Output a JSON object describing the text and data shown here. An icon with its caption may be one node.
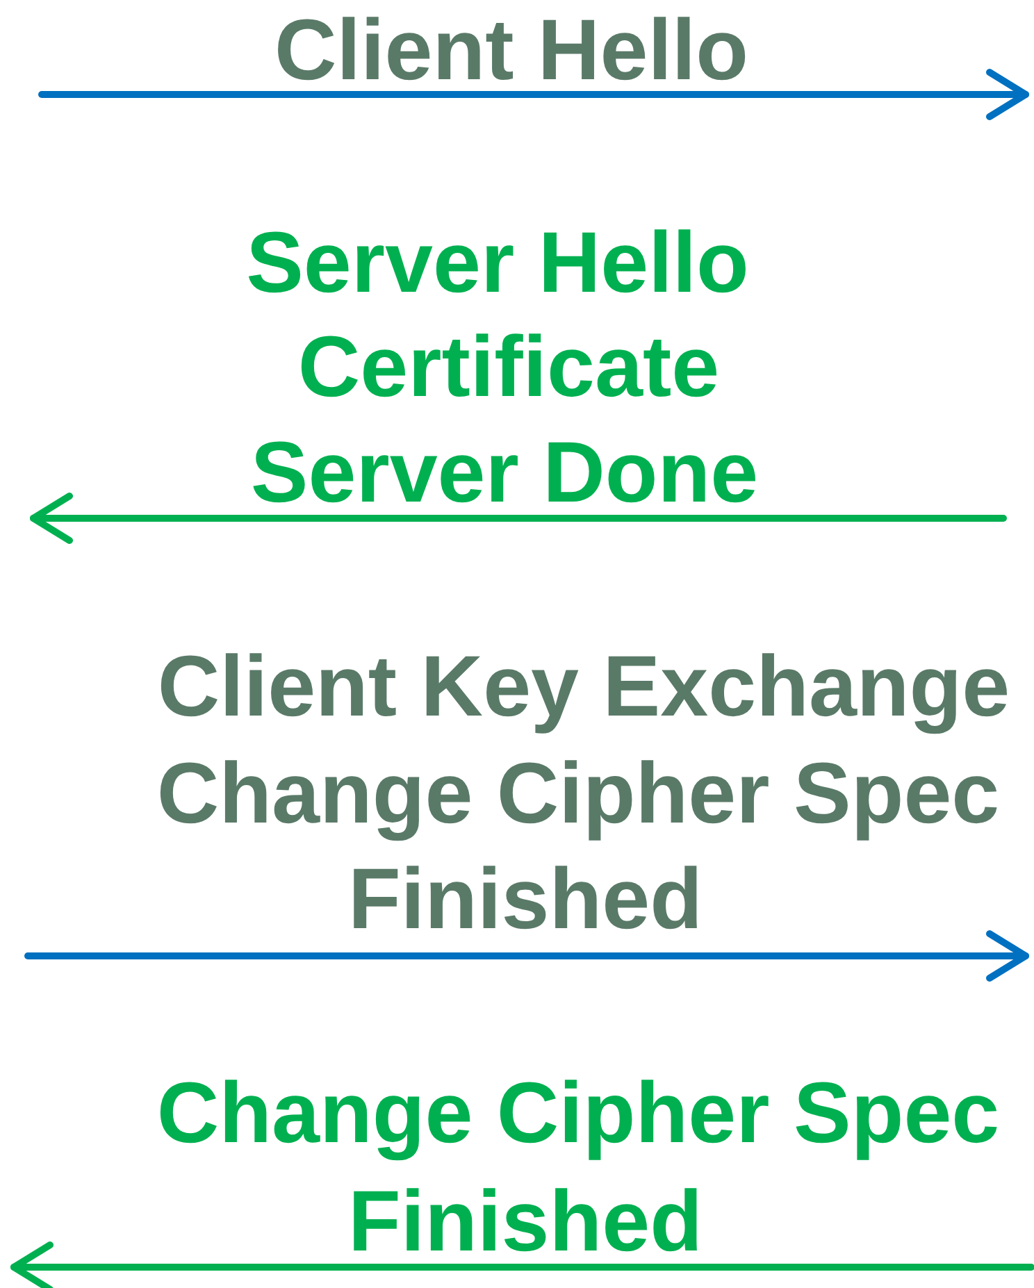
{
  "diagram": {
    "labels": [
      "Client Hello",
      "Server Hello",
      "Certificate",
      "Server Done",
      "Client Key Exchange",
      "Change Cipher Spec",
      "Finished",
      "Change Cipher Spec",
      "Finished"
    ]
  }
}
